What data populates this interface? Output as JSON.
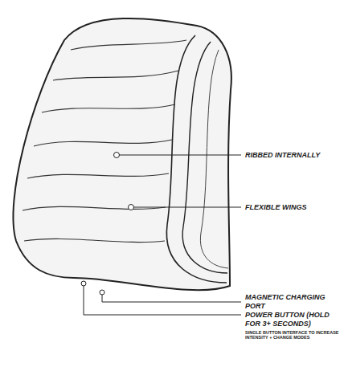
{
  "diagram": {
    "labels": [
      "RIBBED INTERNALLY",
      "FLEXIBLE WINGS",
      "MAGNETIC CHARGING PORT",
      "POWER BUTTON (HOLD FOR 3+ SECONDS)",
      "SINGLE BUTTON INTERFACE TO INCREASE INTENSITY + CHANGE MODES"
    ]
  }
}
